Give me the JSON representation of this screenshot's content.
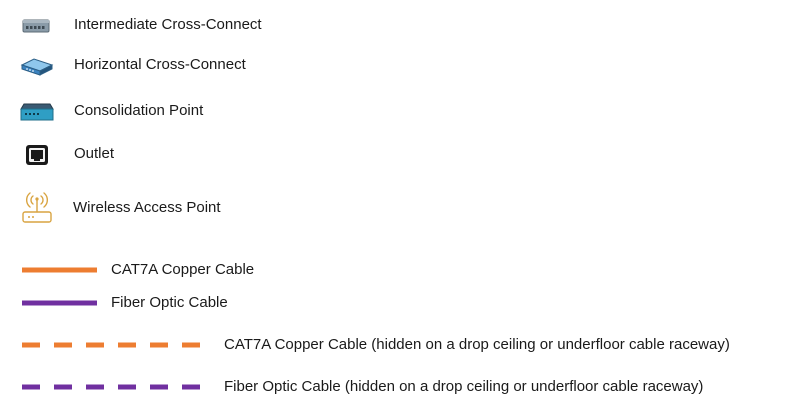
{
  "legend": {
    "devices": [
      {
        "icon": "intermediate-cross-connect-icon",
        "label": "Intermediate Cross-Connect"
      },
      {
        "icon": "horizontal-cross-connect-icon",
        "label": "Horizontal Cross-Connect"
      },
      {
        "icon": "consolidation-point-icon",
        "label": "Consolidation Point"
      },
      {
        "icon": "outlet-icon",
        "label": "Outlet"
      },
      {
        "icon": "wireless-access-point-icon",
        "label": "Wireless Access Point"
      }
    ],
    "cables": [
      {
        "label": "CAT7A Copper Cable",
        "color": "#ED7D31",
        "style": "solid"
      },
      {
        "label": "Fiber Optic Cable",
        "color": "#7030A0",
        "style": "solid"
      },
      {
        "label": "CAT7A Copper Cable (hidden on a drop ceiling or underfloor cable raceway)",
        "color": "#ED7D31",
        "style": "dashed"
      },
      {
        "label": "Fiber Optic Cable (hidden on a drop ceiling or underfloor cable raceway)",
        "color": "#7030A0",
        "style": "dashed"
      }
    ]
  }
}
